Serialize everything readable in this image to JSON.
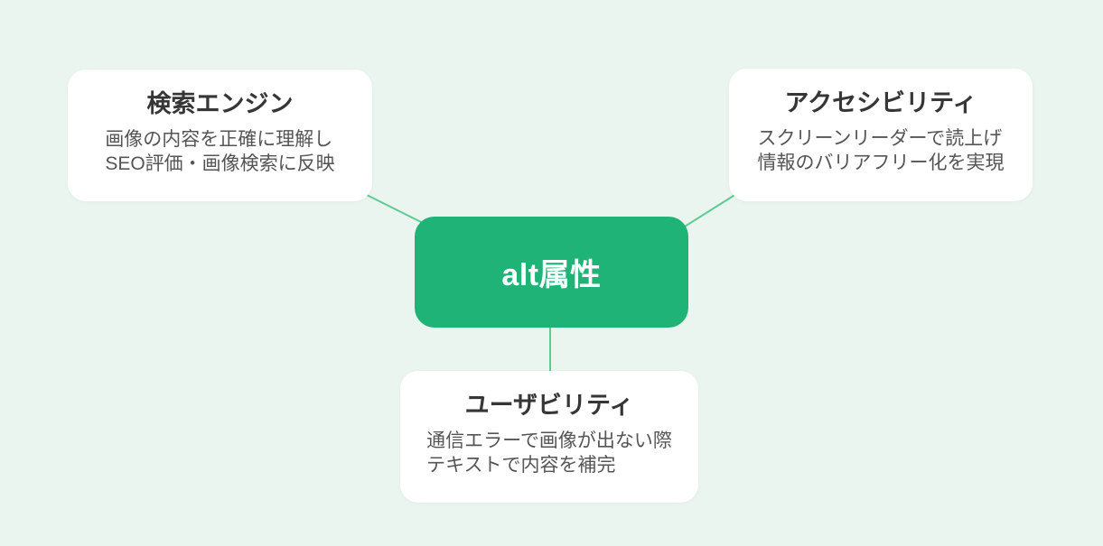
{
  "colors": {
    "background": "#E9F5EE",
    "card_bg": "#FFFFFF",
    "center_bg": "#1FB378",
    "connector": "#5FCA93",
    "title_text": "#363636",
    "body_text": "#555555",
    "center_text": "#FFFFFF"
  },
  "center": {
    "label": "alt属性"
  },
  "nodes": [
    {
      "title": "検索エンジン",
      "line1": "画像の内容を正確に理解し",
      "line2": "SEO評価・画像検索に反映"
    },
    {
      "title": "アクセシビリティ",
      "line1": "スクリーンリーダーで読上げ",
      "line2": "情報のバリアフリー化を実現"
    },
    {
      "title": "ユーザビリティ",
      "line1": "通信エラーで画像が出ない際",
      "line2": "テキストで内容を補完"
    }
  ]
}
